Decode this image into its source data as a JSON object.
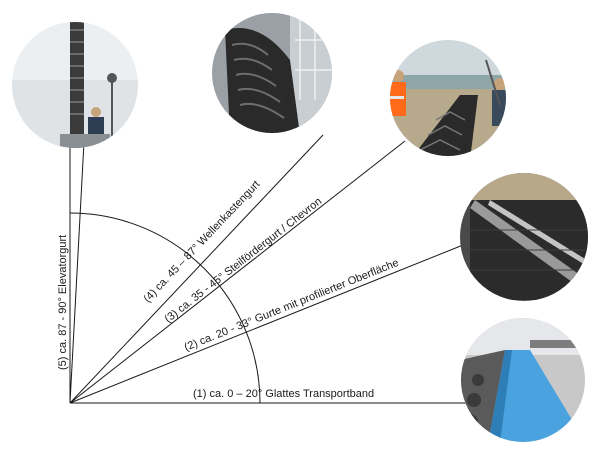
{
  "diagram": {
    "lines": [
      {
        "label": "(1) ca. 0 – 20° Glattes Transportband"
      },
      {
        "label": "(2) ca. 20 - 33° Gurte mit profilierter Oberfläche"
      },
      {
        "label": "(3) ca. 35 - 45° Steilfördergurt / Chevron"
      },
      {
        "label": "(4) ca. 45 – 87° Wellenkastengurt"
      },
      {
        "label": "(5) ca. 87 - 90° Elevatorgurt"
      }
    ],
    "photos": [
      {
        "icon": "elevator-belt-photo-icon"
      },
      {
        "icon": "corrugated-sidewall-belt-photo-icon"
      },
      {
        "icon": "chevron-belt-photo-icon"
      },
      {
        "icon": "profiled-belt-photo-icon"
      },
      {
        "icon": "smooth-belt-photo-icon"
      }
    ],
    "colors": {
      "line": "#1a1a1a",
      "text": "#1a1a1a",
      "belt_blue": "#4aa3df"
    }
  }
}
